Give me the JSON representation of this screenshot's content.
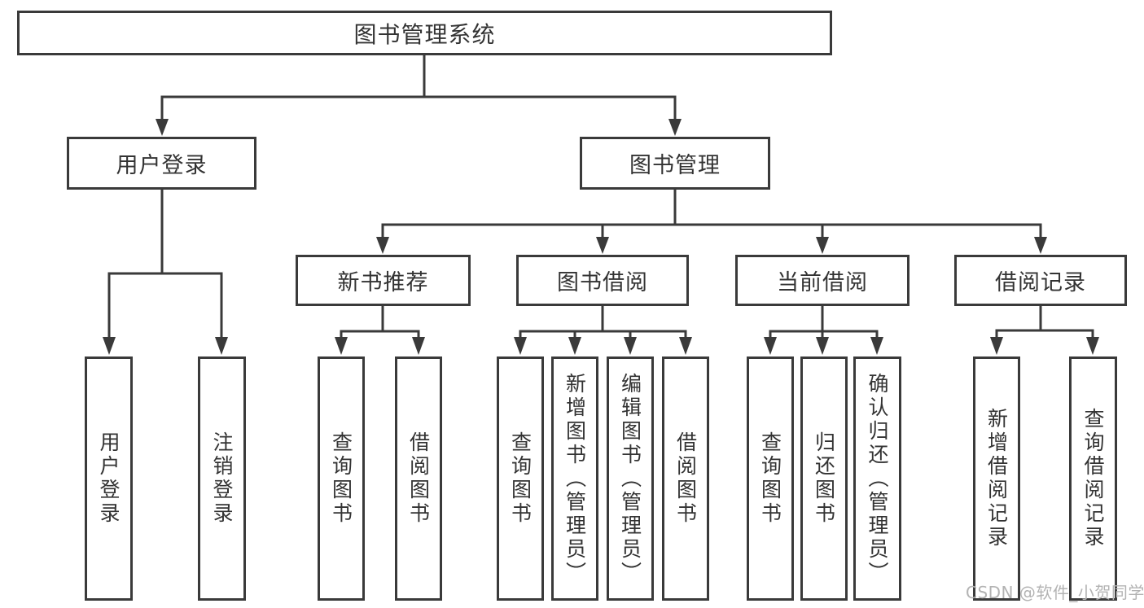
{
  "tree": {
    "label": "图书管理系统",
    "children": [
      {
        "label": "用户登录",
        "children": [
          {
            "label": "用户登录"
          },
          {
            "label": "注销登录"
          }
        ]
      },
      {
        "label": "图书管理",
        "children": [
          {
            "label": "新书推荐",
            "children": [
              {
                "label": "查询图书"
              },
              {
                "label": "借阅图书"
              }
            ]
          },
          {
            "label": "图书借阅",
            "children": [
              {
                "label": "查询图书"
              },
              {
                "label": "新增图书（管理员）"
              },
              {
                "label": "编辑图书（管理员）"
              },
              {
                "label": "借阅图书"
              }
            ]
          },
          {
            "label": "当前借阅",
            "children": [
              {
                "label": "查询图书"
              },
              {
                "label": "归还图书"
              },
              {
                "label": "确认归还（管理员）"
              }
            ]
          },
          {
            "label": "借阅记录",
            "children": [
              {
                "label": "新增借阅记录"
              },
              {
                "label": "查询借阅记录"
              }
            ]
          }
        ]
      }
    ]
  },
  "watermark": "CSDN @软件_小贺同学",
  "colors": {
    "line": "#3a3a3a",
    "text": "#333333",
    "watermark": "#b3b3b3",
    "bg": "#ffffff"
  }
}
